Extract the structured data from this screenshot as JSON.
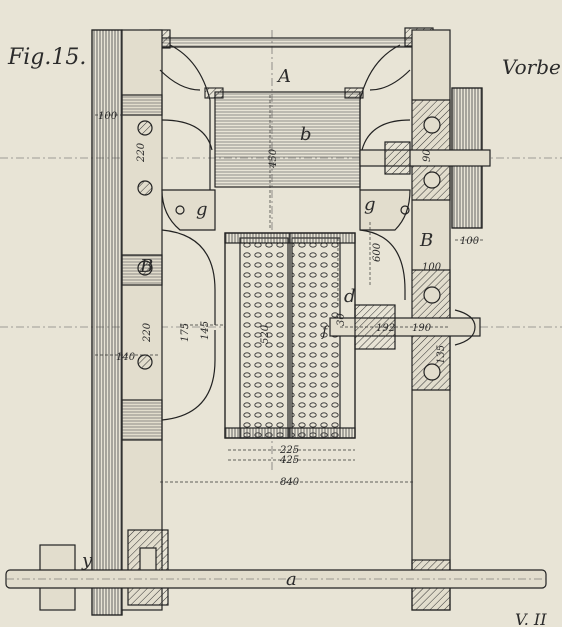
{
  "figure": {
    "title": "Fig.15.",
    "header_fragment": "Vorber",
    "footer_fragment": "V. II"
  },
  "part_labels": {
    "A": "A",
    "b": "b",
    "g_left": "g",
    "g_right": "g",
    "B_left": "B",
    "B_right": "B",
    "d": "d",
    "f": "f",
    "y": "y",
    "a": "a"
  },
  "dimensions": {
    "d_100_top": "100",
    "d_220_top": "220",
    "d_450": "450",
    "d_90": "90",
    "d_600": "600",
    "d_100_right": "100",
    "d_100_B": "100",
    "d_220_low": "220",
    "d_175": "175",
    "d_145": "145",
    "d_140": "140",
    "d_520": "520",
    "d_30": "30",
    "d_192": "192",
    "d_190": "190",
    "d_135": "135",
    "d_225": "225",
    "d_425": "425",
    "d_840": "840"
  },
  "colors": {
    "paper": "#e8e4d6",
    "ink": "#2b2b2b"
  }
}
